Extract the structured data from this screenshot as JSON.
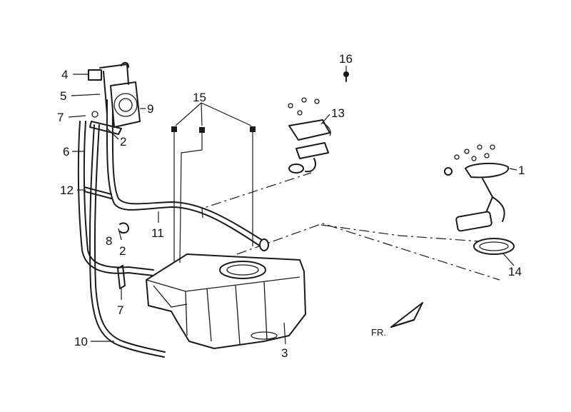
{
  "callouts": {
    "c1": "1",
    "c2a": "2",
    "c2b": "2",
    "c3": "3",
    "c4": "4",
    "c5": "5",
    "c6": "6",
    "c7a": "7",
    "c7b": "7",
    "c8": "8",
    "c9": "9",
    "c10": "10",
    "c11": "11",
    "c12": "12",
    "c13": "13",
    "c14": "14",
    "c15": "15",
    "c16": "16"
  },
  "direction_label": "FR."
}
